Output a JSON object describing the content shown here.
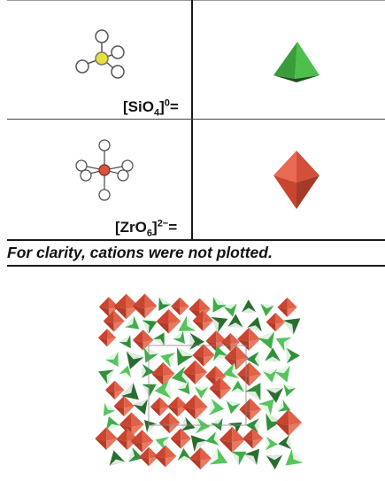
{
  "table": {
    "rows": [
      {
        "formula_prefix": "[SiO",
        "formula_subscript": "4",
        "formula_suffix": "]",
        "charge": "0",
        "equals": "=",
        "molecule_model": "tetrahedral SiO4 ball-and-stick model",
        "polyhedron": "tetrahedron",
        "central_atom_color": "#e8e13a",
        "polyhedron_color": "#3fae3f"
      },
      {
        "formula_prefix": "[ZrO",
        "formula_subscript": "6",
        "formula_suffix": "]",
        "charge": "2−",
        "equals": "=",
        "molecule_model": "octahedral ZrO6 ball-and-stick model",
        "polyhedron": "octahedron",
        "central_atom_color": "#d9533f",
        "polyhedron_color": "#e06048"
      }
    ]
  },
  "caption": "For clarity, cations were not plotted.",
  "structure": {
    "description_colors": {
      "tetrahedra": "#3fa84a",
      "octahedra": "#d8543e"
    }
  }
}
